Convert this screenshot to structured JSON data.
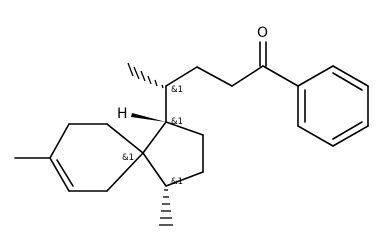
{
  "molecule": {
    "atom_labels": {
      "oxygen": "O",
      "hydrogen": "H"
    },
    "stereo_labels": {
      "side_chain_center": "&1",
      "ring_c1": "&1",
      "spiro_center": "&1",
      "ring_c4": "&1"
    }
  }
}
